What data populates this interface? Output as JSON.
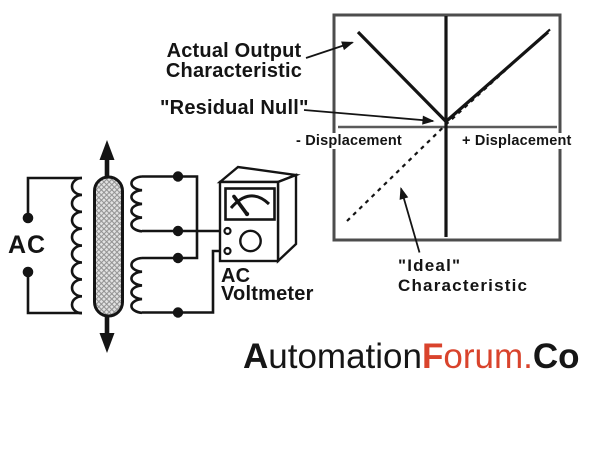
{
  "colors": {
    "accent_red": "#d9432c",
    "ink": "#141414",
    "frame_gray": "#4d4d4d"
  },
  "graph": {
    "actual_label": {
      "line1": "Actual Output",
      "line2": "Characteristic"
    },
    "residual_label": "\"Residual Null\"",
    "axis_negative": "- Displacement",
    "axis_positive": "+ Displacement",
    "ideal_label": {
      "line1": "\"Ideal\"",
      "line2": "Characteristic"
    }
  },
  "circuit": {
    "source_label": "AC",
    "voltmeter_label": {
      "line1": "AC",
      "line2": "Voltmeter"
    }
  },
  "logo": {
    "a": "A",
    "utomation": "utomation",
    "f": "F",
    "orum": "orum",
    "dot": ".",
    "co": "Co"
  },
  "chart_data": {
    "type": "line",
    "title": "LVDT output voltage vs core displacement",
    "x_axis": {
      "left_label": "- Displacement",
      "right_label": "+ Displacement"
    },
    "series": [
      {
        "name": "Actual Output Characteristic",
        "style": "solid",
        "points_x": [
          -1,
          0,
          1
        ],
        "points_y": [
          1,
          0.05,
          1
        ]
      },
      {
        "name": "\"Ideal\" Characteristic",
        "style": "dashed",
        "points_x": [
          -1,
          0,
          1
        ],
        "points_y": [
          -1,
          0,
          1
        ]
      }
    ],
    "annotations": [
      "Actual Output Characteristic",
      "\"Residual Null\"",
      "\"Ideal\" Characteristic"
    ]
  }
}
